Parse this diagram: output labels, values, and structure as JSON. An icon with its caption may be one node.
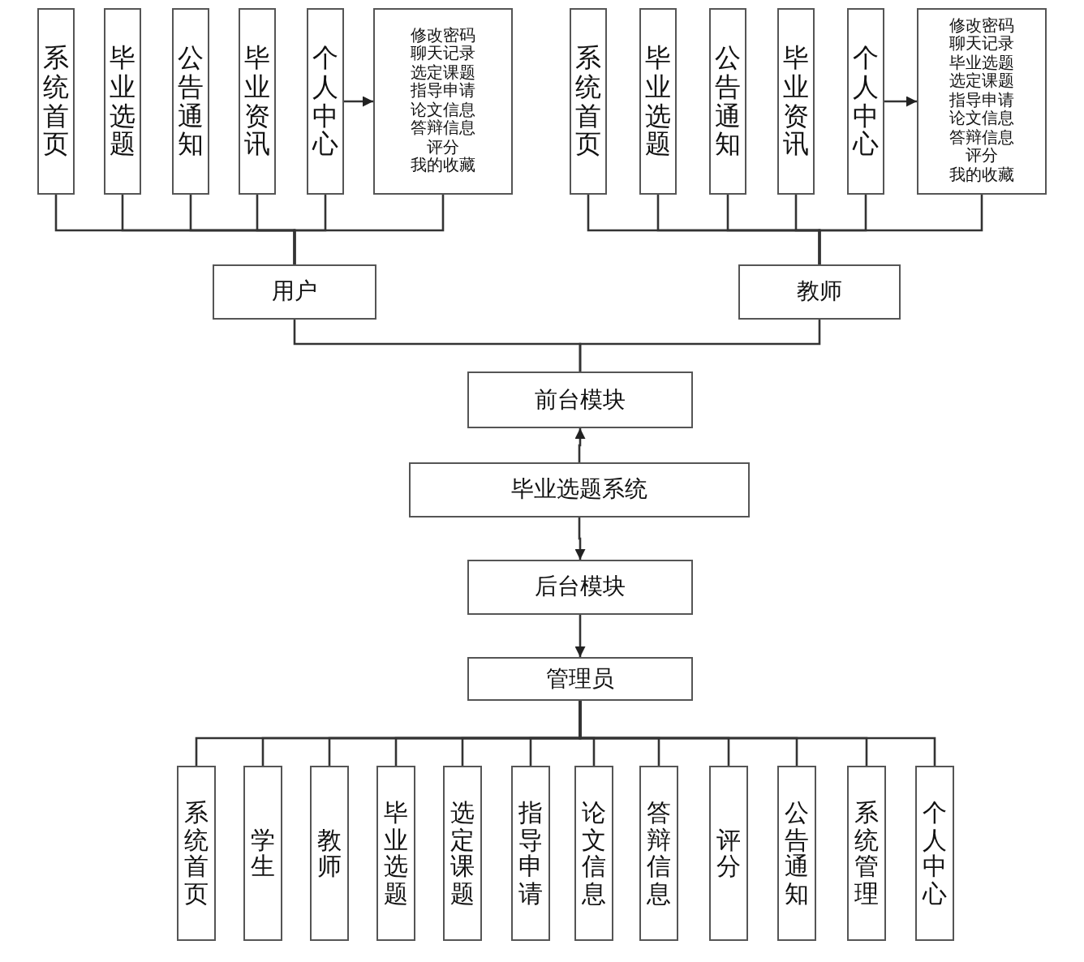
{
  "diagram": {
    "nodes": [
      {
        "text": [
          "系统首页"
        ]
      },
      {
        "text": [
          "毕业选题"
        ]
      },
      {
        "text": [
          "公告通知"
        ]
      },
      {
        "text": [
          "毕业资讯"
        ]
      },
      {
        "text": [
          "个人中心"
        ]
      },
      {
        "text": [
          "修改密码",
          "聊天记录",
          "选定课题",
          "指导申请",
          "论文信息",
          "答辩信息",
          "评分",
          "我的收藏"
        ]
      },
      {
        "text": [
          "系统首页"
        ]
      },
      {
        "text": [
          "毕业选题"
        ]
      },
      {
        "text": [
          "公告通知"
        ]
      },
      {
        "text": [
          "毕业资讯"
        ]
      },
      {
        "text": [
          "个人中心"
        ]
      },
      {
        "text": [
          "修改密码",
          "聊天记录",
          "毕业选题",
          "选定课题",
          "指导申请",
          "论文信息",
          "答辩信息",
          "评分",
          "我的收藏"
        ]
      },
      {
        "text": [
          "用户"
        ]
      },
      {
        "text": [
          "教师"
        ]
      },
      {
        "text": [
          "前台模块"
        ]
      },
      {
        "text": [
          "毕业选题系统"
        ]
      },
      {
        "text": [
          "后台模块"
        ]
      },
      {
        "text": [
          "管理员"
        ]
      },
      {
        "text": [
          "系统首页"
        ]
      },
      {
        "text": [
          "学生"
        ]
      },
      {
        "text": [
          "教师"
        ]
      },
      {
        "text": [
          "毕业选题"
        ]
      },
      {
        "text": [
          "选定课题"
        ]
      },
      {
        "text": [
          "指导申请"
        ]
      },
      {
        "text": [
          "论文信息"
        ]
      },
      {
        "text": [
          "答辩信息"
        ]
      },
      {
        "text": [
          "评分"
        ]
      },
      {
        "text": [
          "公告通知"
        ]
      },
      {
        "text": [
          "系统管理"
        ]
      },
      {
        "text": [
          "个人中心"
        ]
      }
    ],
    "edges": [
      {
        "from": 12,
        "to": 0,
        "arrow": "none"
      },
      {
        "from": 12,
        "to": 1,
        "arrow": "none"
      },
      {
        "from": 12,
        "to": 2,
        "arrow": "none"
      },
      {
        "from": 12,
        "to": 3,
        "arrow": "none"
      },
      {
        "from": 12,
        "to": 4,
        "arrow": "none"
      },
      {
        "from": 12,
        "to": 5,
        "arrow": "none"
      },
      {
        "from": 4,
        "to": 5,
        "arrow": "to"
      },
      {
        "from": 13,
        "to": 6,
        "arrow": "none"
      },
      {
        "from": 13,
        "to": 7,
        "arrow": "none"
      },
      {
        "from": 13,
        "to": 8,
        "arrow": "none"
      },
      {
        "from": 13,
        "to": 9,
        "arrow": "none"
      },
      {
        "from": 13,
        "to": 10,
        "arrow": "none"
      },
      {
        "from": 13,
        "to": 11,
        "arrow": "none"
      },
      {
        "from": 10,
        "to": 11,
        "arrow": "to"
      },
      {
        "from": 14,
        "to": 12,
        "arrow": "none"
      },
      {
        "from": 14,
        "to": 13,
        "arrow": "none"
      },
      {
        "from": 15,
        "to": 14,
        "arrow": "to"
      },
      {
        "from": 15,
        "to": 16,
        "arrow": "to"
      },
      {
        "from": 16,
        "to": 17,
        "arrow": "to"
      },
      {
        "from": 17,
        "to": 18,
        "arrow": "none"
      },
      {
        "from": 17,
        "to": 19,
        "arrow": "none"
      },
      {
        "from": 17,
        "to": 20,
        "arrow": "none"
      },
      {
        "from": 17,
        "to": 21,
        "arrow": "none"
      },
      {
        "from": 17,
        "to": 22,
        "arrow": "none"
      },
      {
        "from": 17,
        "to": 23,
        "arrow": "none"
      },
      {
        "from": 17,
        "to": 24,
        "arrow": "none"
      },
      {
        "from": 17,
        "to": 25,
        "arrow": "none"
      },
      {
        "from": 17,
        "to": 26,
        "arrow": "none"
      },
      {
        "from": 17,
        "to": 27,
        "arrow": "none"
      },
      {
        "from": 17,
        "to": 28,
        "arrow": "none"
      },
      {
        "from": 17,
        "to": 29,
        "arrow": "none"
      }
    ]
  }
}
